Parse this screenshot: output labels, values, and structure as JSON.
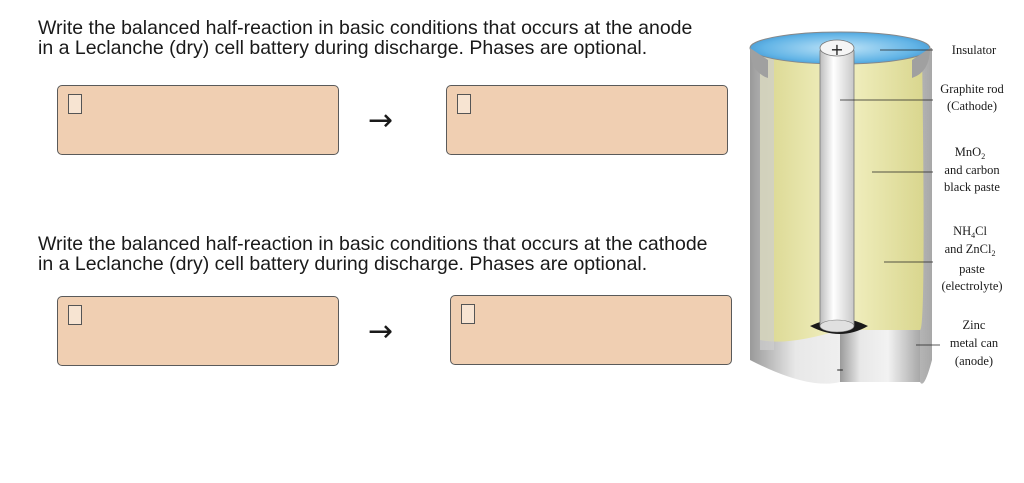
{
  "anode_question": {
    "line1": "Write the balanced half-reaction in basic conditions that occurs at the anode",
    "line2": "in a Leclanche (dry) cell battery during discharge. Phases are optional."
  },
  "cathode_question": {
    "line1": "Write the balanced half-reaction in basic conditions that occurs at the cathode",
    "line2": "in a Leclanche (dry) cell battery during discharge. Phases are optional."
  },
  "arrow_symbol": "→",
  "diagram": {
    "plus_sign": "+",
    "minus_sign": "–",
    "labels": {
      "insulator": "Insulator",
      "graphite_rod": "Graphite rod",
      "cathode": "(Cathode)",
      "mno2_main": "MnO",
      "mno2_sub": "2",
      "and_carbon": "and carbon",
      "black_paste": "black paste",
      "nh4cl_a": "NH",
      "nh4cl_sub": "4",
      "nh4cl_b": "Cl",
      "and_zncl_a": "and ZnCl",
      "zncl_sub": "2",
      "paste": "paste",
      "electrolyte": "(electrolyte)",
      "zinc": "Zinc",
      "metal_can": "metal can",
      "anode": "(anode)"
    }
  }
}
